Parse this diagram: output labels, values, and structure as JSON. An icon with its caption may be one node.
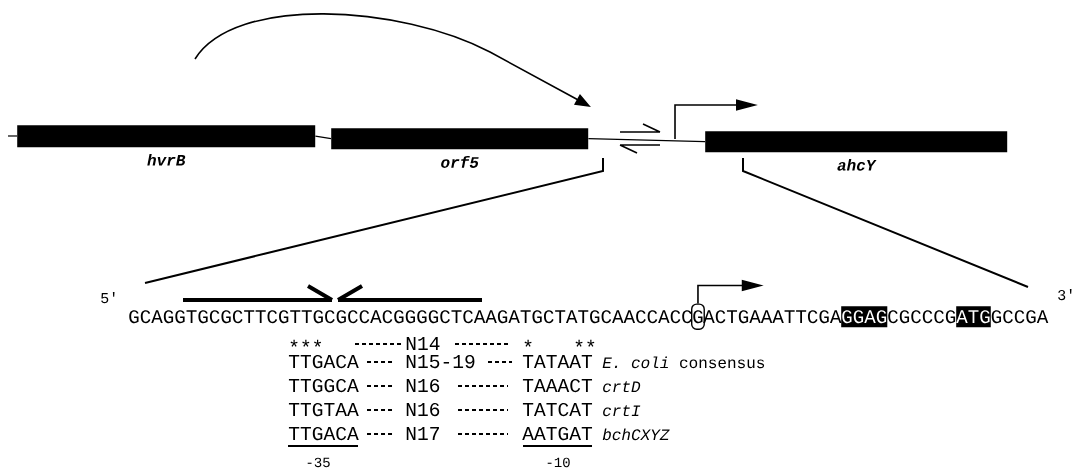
{
  "diagram": {
    "nodes": [
      {
        "text": [
          "hvrB"
        ]
      },
      {
        "text": [
          "orf5"
        ]
      },
      {
        "text": [
          "ahcY"
        ]
      },
      {
        "text": [
          "G"
        ]
      },
      {
        "text": [
          "GGAG"
        ]
      },
      {
        "text": [
          "ATG"
        ]
      }
    ],
    "edges": [
      {
        "from": 0,
        "to": 1,
        "arrow": "none"
      },
      {
        "from": 1,
        "to": 2,
        "arrow": "none"
      },
      {
        "from": 3,
        "to": null,
        "arrow": "to"
      }
    ],
    "labels": [
      "5'",
      "GCAGGTGCGCTTCGTTGCGCCACGGGGCTCAAGATGCTATGCAACCACC",
      "ACTGAAATTCGA",
      "CGCCCG",
      "GCCGA",
      "3'",
      "***",
      "N14",
      "*",
      "**",
      "TTGACA",
      "N15-19",
      "TATAAT",
      "*E. coli* consensus",
      "TTGGCA",
      "N16",
      "TAAACT",
      "crtD",
      "TTGTAA",
      "N16",
      "TATCAT",
      "crtI",
      "TTGACA",
      "N17",
      "AATGAT",
      "bchCXYZ",
      "-35",
      "-10"
    ]
  }
}
